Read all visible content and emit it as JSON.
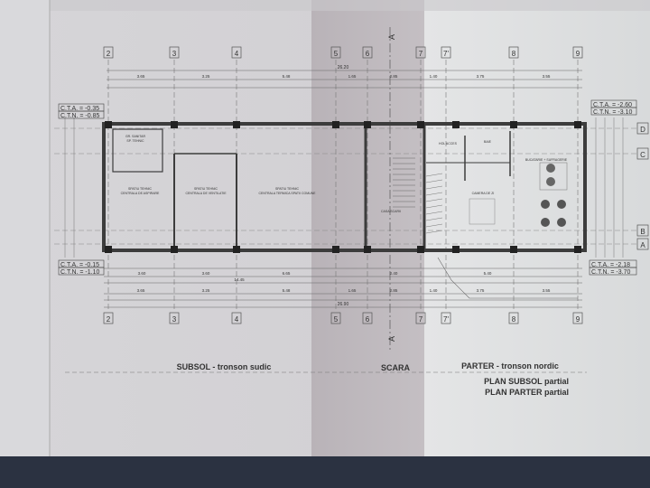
{
  "grid_axes_numbers": [
    {
      "label": "2"
    },
    {
      "label": "3"
    },
    {
      "label": "4"
    },
    {
      "label": "5"
    },
    {
      "label": "6"
    },
    {
      "label": "7"
    },
    {
      "label": "7'"
    },
    {
      "label": "8"
    },
    {
      "label": "9"
    }
  ],
  "grid_axes_letters": [
    {
      "label": "D"
    },
    {
      "label": "C"
    },
    {
      "label": "B"
    },
    {
      "label": "A"
    }
  ],
  "section_marker": "A",
  "levels": {
    "left_top": {
      "cta": "C.T.A. = -0.35",
      "ctn": "C.T.N. = -0.85"
    },
    "left_bottom": {
      "cta": "C.T.A. = -0.15",
      "ctn": "C.T.N. = -1.10"
    },
    "right_top": {
      "cta": "C.T.A. = -2.60",
      "ctn": "C.T.N. = -3.10"
    },
    "right_bottom": {
      "cta": "C.T.A. = -2.18",
      "ctn": "C.T.N. = -3.70"
    }
  },
  "rooms": [
    {
      "name": "GR. SANITAR",
      "sub": "SP. TEHNIC"
    },
    {
      "name": "SPATIU TEHNIC",
      "sub": "CENTRALA DE ASPIRARE"
    },
    {
      "name": "SPATIU TEHNIC",
      "sub": "CENTRALA DE VENTILATIE"
    },
    {
      "name": "SPATIU TEHNIC",
      "sub": "CENTRALA TERMICA SPATII COMUNE"
    },
    {
      "name": "CASA SCARII",
      "sub": ""
    },
    {
      "name": "HOL ACCES",
      "sub": ""
    },
    {
      "name": "BAIE",
      "sub": ""
    },
    {
      "name": "CAMERA DE ZI",
      "sub": ""
    },
    {
      "name": "BUCATARIE + SUFRAGERIE",
      "sub": ""
    }
  ],
  "dimensions": {
    "top_total": "26.20",
    "top_row2": [
      "3.65",
      "3.25",
      "5.48",
      "1.65",
      "2.85",
      "1.40",
      "3.75",
      "3.55"
    ],
    "bottom_total": "26.90",
    "bottom_row": [
      "3.65",
      "3.25",
      "5.48",
      "1.65",
      "2.85",
      "1.40",
      "3.75",
      "3.55"
    ],
    "bottom_mid": "14.45",
    "bottom_row_inner": [
      "3.60",
      "3.60",
      "6.65",
      "2.40",
      "5.40"
    ]
  },
  "labels": {
    "subsol": "SUBSOL -  tronson sudic",
    "scara": "SCARA",
    "parter": "PARTER - tronson nordic",
    "plan1": "PLAN SUBSOL partial",
    "plan2": "PLAN PARTER partial"
  }
}
